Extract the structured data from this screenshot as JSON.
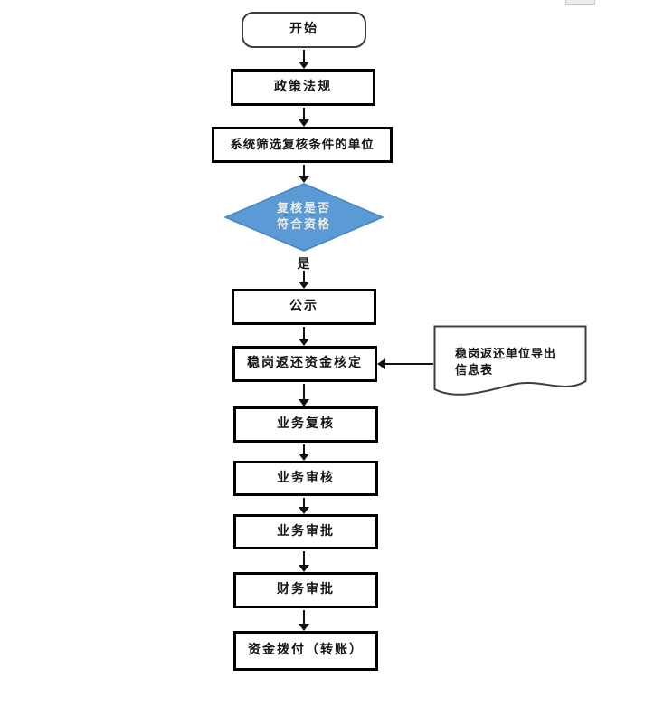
{
  "flowchart": {
    "colors": {
      "diamond_fill": "#5b9bd5",
      "diamond_stroke": "#4a86c0",
      "diamond_text": "#f2ece2",
      "box_border": "#000000",
      "arrow": "#111111"
    },
    "nodes": {
      "start": {
        "label": "开始"
      },
      "policy": {
        "label": "政策法规"
      },
      "screening": {
        "label": "系统筛选复核条件的单位"
      },
      "decision": {
        "line1": "复核是否",
        "line2": "符合资格"
      },
      "decision_branch_yes": {
        "label": "是"
      },
      "publicity": {
        "label": "公示"
      },
      "fund_verification": {
        "label": "稳岗返还资金核定"
      },
      "export_doc": {
        "line1": "稳岗返还单位导出",
        "line2": "信息表"
      },
      "business_recheck": {
        "label": "业务复核"
      },
      "business_review": {
        "label": "业务审核"
      },
      "business_approval": {
        "label": "业务审批"
      },
      "finance_approval": {
        "label": "财务审批"
      },
      "fund_disbursement": {
        "label": "资金拨付（转账）"
      }
    }
  }
}
